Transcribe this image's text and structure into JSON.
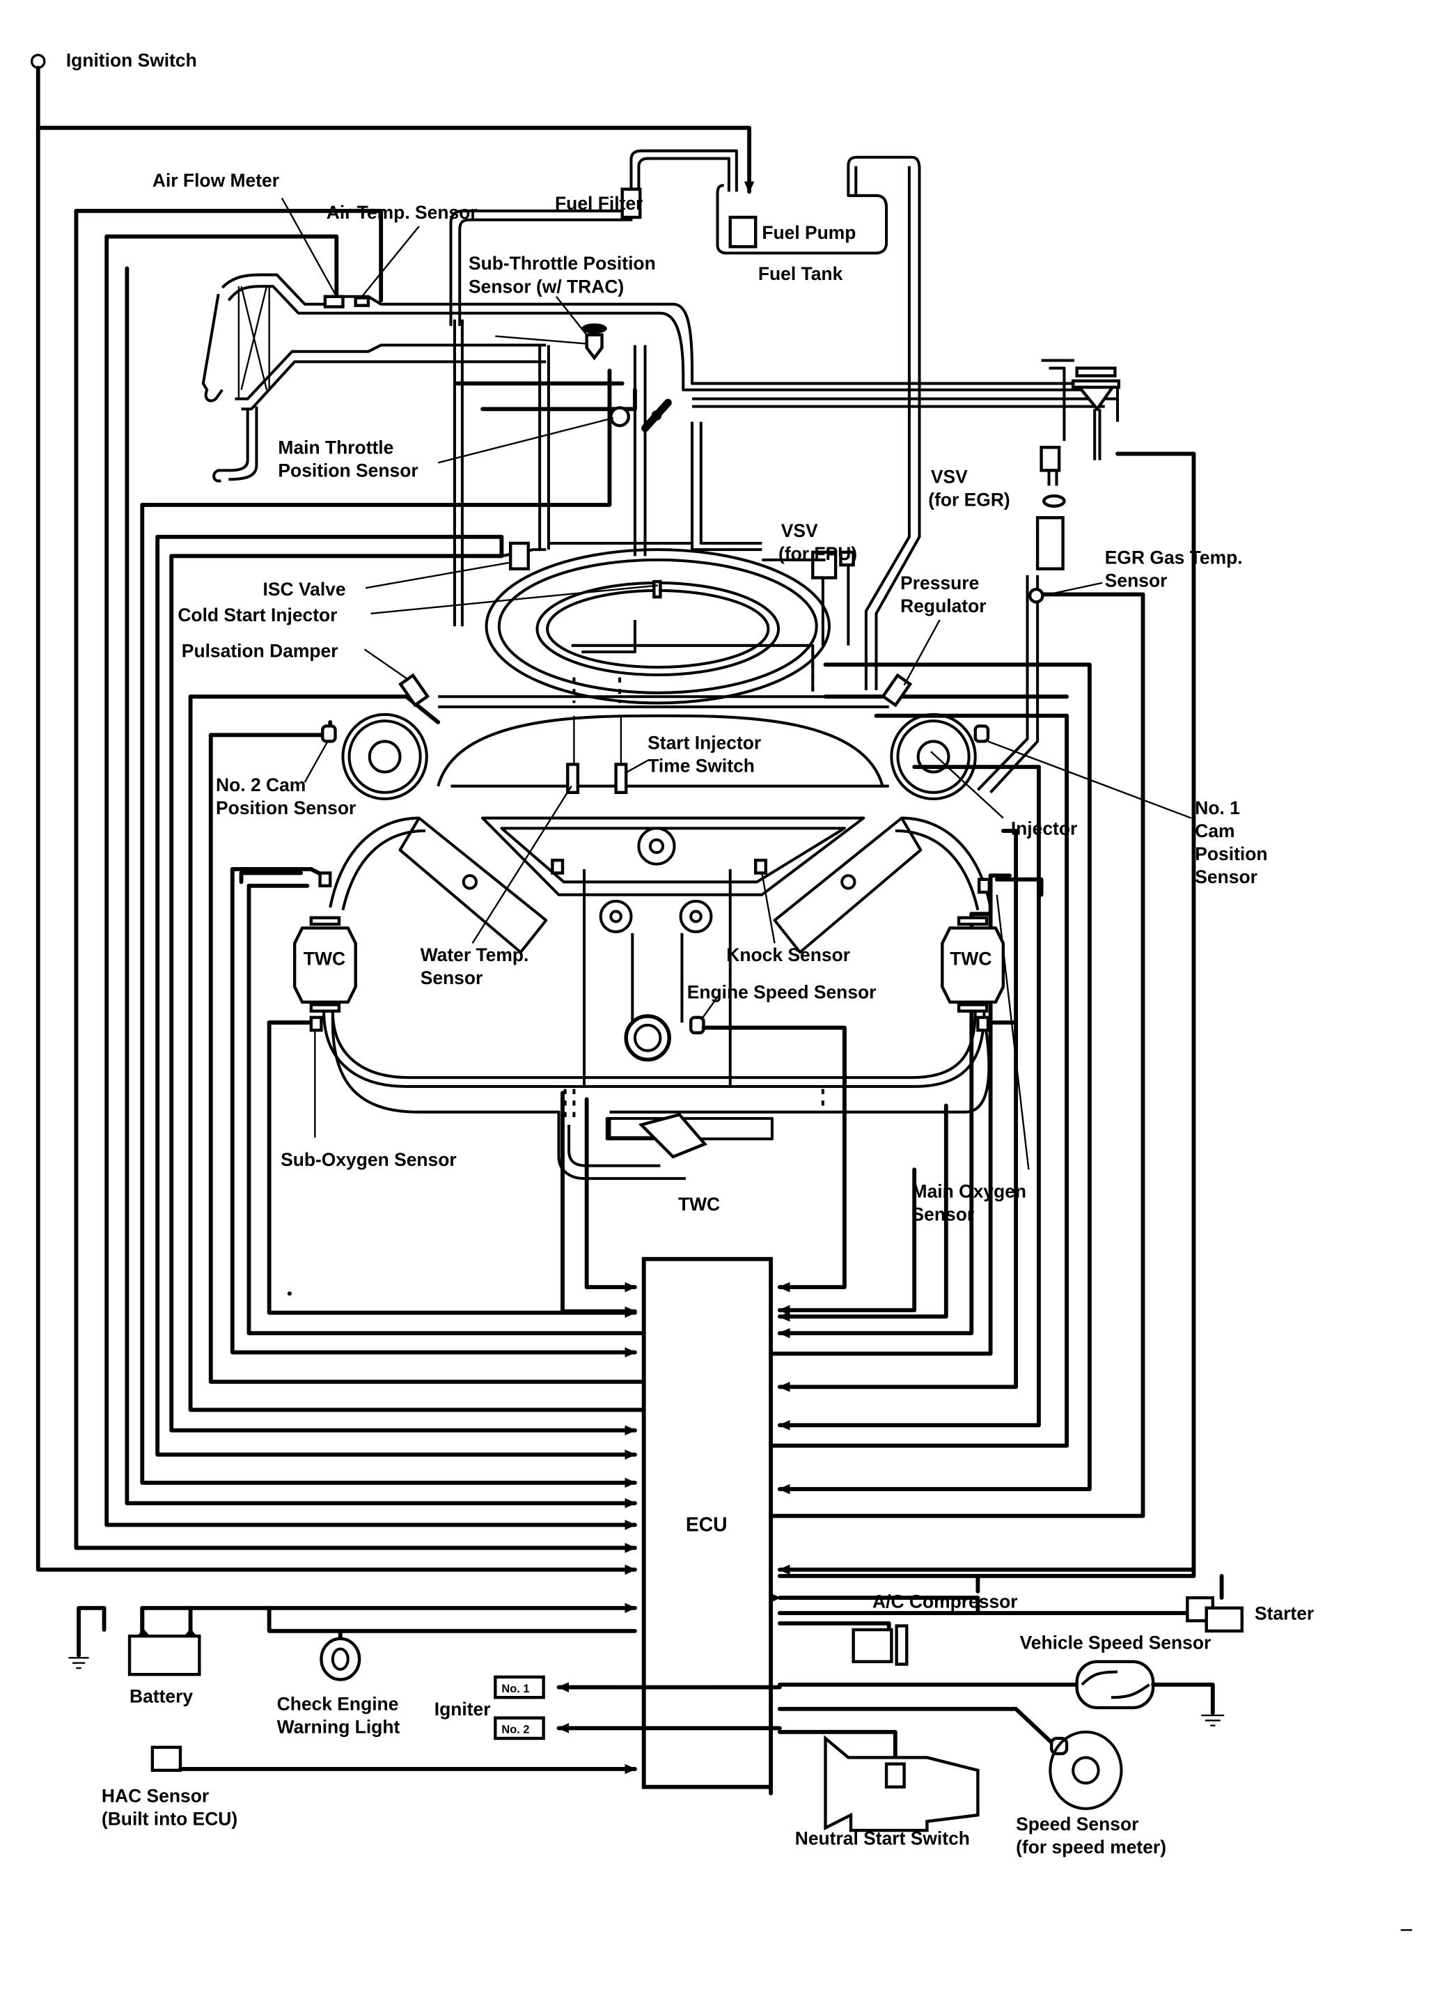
{
  "diagram": {
    "title": "Engine control system wiring diagram (ECU)",
    "ink_color": "#000000",
    "background": "#ffffff",
    "ecu": {
      "label": "ECU"
    },
    "labels": {
      "ignition_switch": "Ignition Switch",
      "air_flow_meter": "Air Flow Meter",
      "air_temp_sensor": "Air Temp. Sensor",
      "fuel_filter": "Fuel Filter",
      "fuel_pump": "Fuel Pump",
      "fuel_tank": "Fuel Tank",
      "sub_throttle_line1": "Sub-Throttle Position",
      "sub_throttle_line2": "Sensor (w/ TRAC)",
      "main_throttle_line1": "Main Throttle",
      "main_throttle_line2": "Position Sensor",
      "vsv_fpu_line1": "VSV",
      "vsv_fpu_line2": "(for FPU)",
      "vsv_egr_line1": "VSV",
      "vsv_egr_line2": "(for EGR)",
      "isc_valve": "ISC Valve",
      "cold_start_injector": "Cold Start Injector",
      "pulsation_damper": "Pulsation Damper",
      "pressure_regulator_line1": "Pressure",
      "pressure_regulator_line2": "Regulator",
      "egr_gas_temp_line1": "EGR Gas Temp.",
      "egr_gas_temp_line2": "Sensor",
      "no2_cam_line1": "No. 2 Cam",
      "no2_cam_line2": "Position Sensor",
      "start_injector_line1": "Start Injector",
      "start_injector_line2": "Time Switch",
      "injector": "Injector",
      "no1_cam_line1": "No. 1",
      "no1_cam_line2": "Cam",
      "no1_cam_line3": "Position",
      "no1_cam_line4": "Sensor",
      "twc_left": "TWC",
      "twc_right": "TWC",
      "twc_bottom": "TWC",
      "water_temp_line1": "Water Temp.",
      "water_temp_line2": "Sensor",
      "knock_sensor": "Knock Sensor",
      "engine_speed_sensor": "Engine Speed Sensor",
      "sub_oxygen_sensor": "Sub-Oxygen Sensor",
      "main_oxygen_line1": "Main Oxygen",
      "main_oxygen_line2": "Sensor",
      "battery": "Battery",
      "check_engine_line1": "Check Engine",
      "check_engine_line2": "Warning Light",
      "igniter": "Igniter",
      "igniter_no1": "No. 1",
      "igniter_no2": "No. 2",
      "hac_line1": "HAC Sensor",
      "hac_line2": "(Built into ECU)",
      "ac_compressor": "A/C Compressor",
      "starter": "Starter",
      "vehicle_speed_sensor": "Vehicle Speed Sensor",
      "neutral_start_switch": "Neutral Start Switch",
      "speed_sensor_line1": "Speed Sensor",
      "speed_sensor_line2": "(for speed meter)"
    }
  }
}
